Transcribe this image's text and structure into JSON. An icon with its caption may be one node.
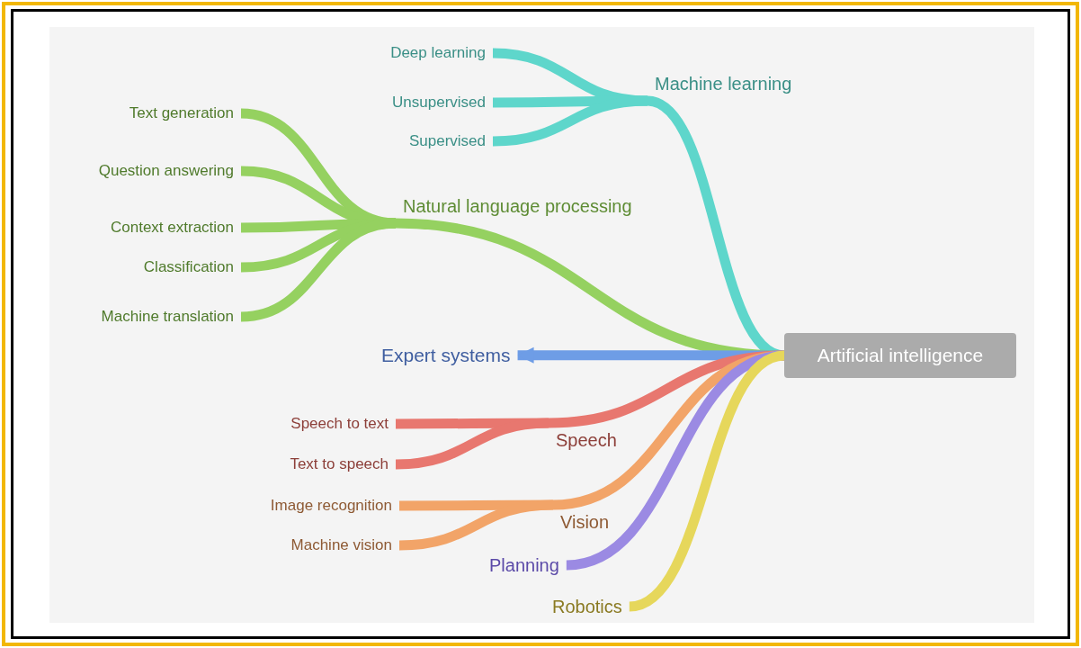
{
  "diagram": {
    "nodes": [
      {
        "text": [
          "Artificial intelligence"
        ]
      },
      {
        "text": [
          "Machine learning"
        ]
      },
      {
        "text": [
          "Deep learning"
        ]
      },
      {
        "text": [
          "Unsupervised"
        ]
      },
      {
        "text": [
          "Supervised"
        ]
      },
      {
        "text": [
          "Natural language processing"
        ]
      },
      {
        "text": [
          "Text generation"
        ]
      },
      {
        "text": [
          "Question answering"
        ]
      },
      {
        "text": [
          "Context extraction"
        ]
      },
      {
        "text": [
          "Classification"
        ]
      },
      {
        "text": [
          "Machine translation"
        ]
      },
      {
        "text": [
          "Expert systems"
        ]
      },
      {
        "text": [
          "Speech"
        ]
      },
      {
        "text": [
          "Speech to text"
        ]
      },
      {
        "text": [
          "Text to speech"
        ]
      },
      {
        "text": [
          "Vision"
        ]
      },
      {
        "text": [
          "Image recognition"
        ]
      },
      {
        "text": [
          "Machine vision"
        ]
      },
      {
        "text": [
          "Planning"
        ]
      },
      {
        "text": [
          "Robotics"
        ]
      }
    ],
    "edges": [
      {
        "from": 0,
        "to": 1,
        "arrow": "none",
        "color": "#5ed6cb"
      },
      {
        "from": 1,
        "to": 2,
        "arrow": "none",
        "color": "#5ed6cb"
      },
      {
        "from": 1,
        "to": 3,
        "arrow": "none",
        "color": "#5ed6cb"
      },
      {
        "from": 1,
        "to": 4,
        "arrow": "none",
        "color": "#5ed6cb"
      },
      {
        "from": 0,
        "to": 5,
        "arrow": "none",
        "color": "#95d160"
      },
      {
        "from": 5,
        "to": 6,
        "arrow": "none",
        "color": "#95d160"
      },
      {
        "from": 5,
        "to": 7,
        "arrow": "none",
        "color": "#95d160"
      },
      {
        "from": 5,
        "to": 8,
        "arrow": "none",
        "color": "#95d160"
      },
      {
        "from": 5,
        "to": 9,
        "arrow": "none",
        "color": "#95d160"
      },
      {
        "from": 5,
        "to": 10,
        "arrow": "none",
        "color": "#95d160"
      },
      {
        "from": 0,
        "to": 11,
        "arrow": "to",
        "color": "#6e9de6"
      },
      {
        "from": 0,
        "to": 12,
        "arrow": "none",
        "color": "#e8776f"
      },
      {
        "from": 12,
        "to": 13,
        "arrow": "none",
        "color": "#e8776f"
      },
      {
        "from": 12,
        "to": 14,
        "arrow": "none",
        "color": "#e8776f"
      },
      {
        "from": 0,
        "to": 15,
        "arrow": "none",
        "color": "#f2a468"
      },
      {
        "from": 15,
        "to": 16,
        "arrow": "none",
        "color": "#f2a468"
      },
      {
        "from": 15,
        "to": 17,
        "arrow": "none",
        "color": "#f2a468"
      },
      {
        "from": 0,
        "to": 18,
        "arrow": "none",
        "color": "#9b8ae3"
      },
      {
        "from": 0,
        "to": 19,
        "arrow": "none",
        "color": "#e6d75b"
      }
    ]
  }
}
